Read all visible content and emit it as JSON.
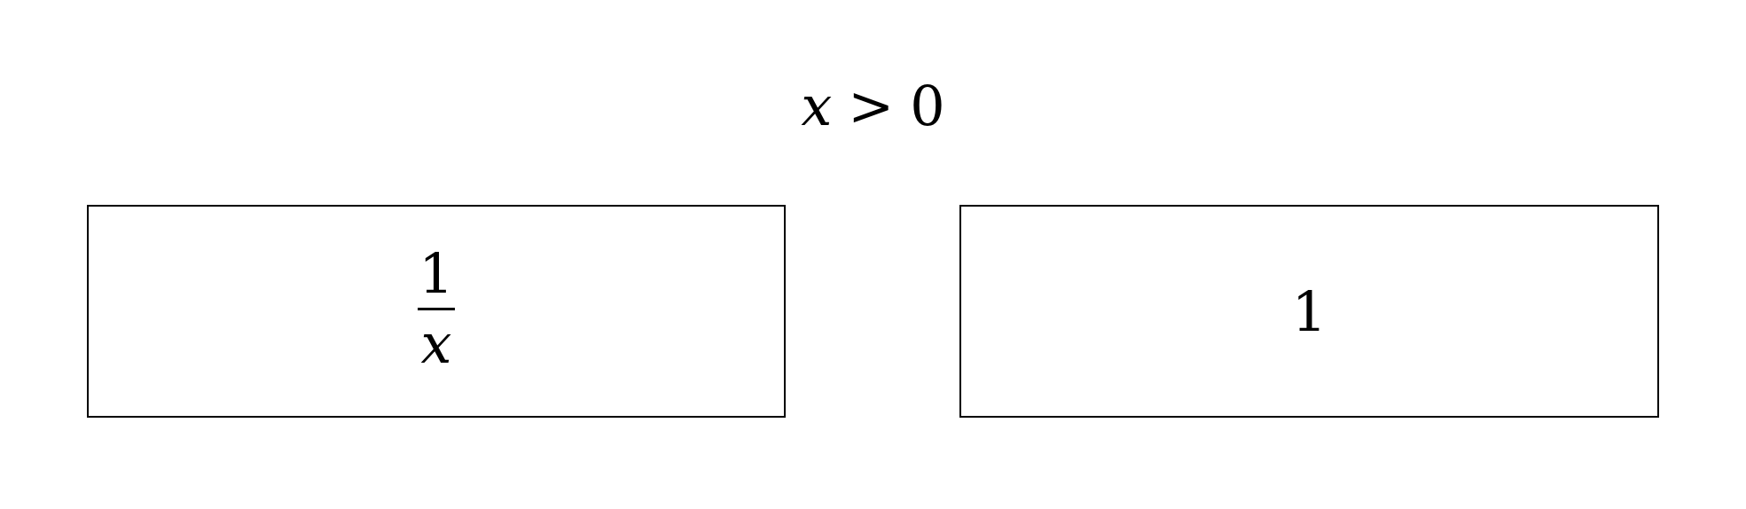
{
  "condition": {
    "variable": "x",
    "operator": ">",
    "value": "0"
  },
  "panels": [
    {
      "numerator": "1",
      "denominator": "x"
    },
    {
      "value": "1"
    }
  ]
}
